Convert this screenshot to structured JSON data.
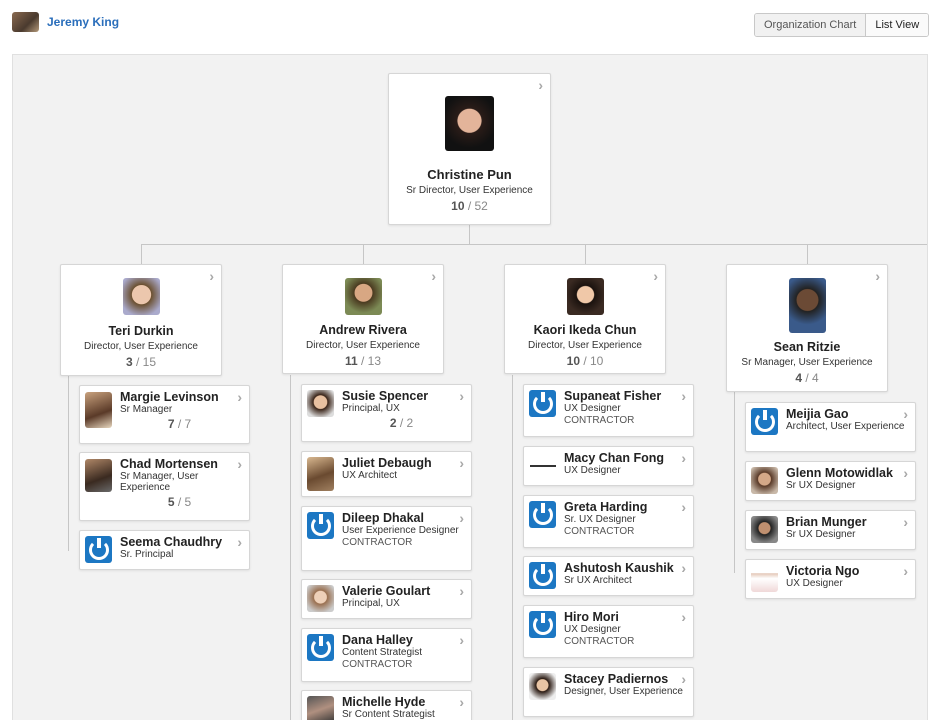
{
  "header": {
    "user_name": "Jeremy King"
  },
  "view_toggle": {
    "org_chart": "Organization Chart",
    "list_view": "List View"
  },
  "root": {
    "name": "Christine Pun",
    "title": "Sr Director, User Experience",
    "count_direct": "10",
    "count_total": "/ 52"
  },
  "columns": [
    {
      "name": "Teri Durkin",
      "title": "Director, User Experience",
      "count_direct": "3",
      "count_total": "/ 15",
      "reports": [
        {
          "name": "Margie Levinson",
          "title": "Sr Manager",
          "count_direct": "7",
          "count_total": "/ 7"
        },
        {
          "name": "Chad Mortensen",
          "title": "Sr Manager, User Experience",
          "count_direct": "5",
          "count_total": "/ 5"
        },
        {
          "name": "Seema Chaudhry",
          "title": "Sr. Principal"
        }
      ]
    },
    {
      "name": "Andrew Rivera",
      "title": "Director, User Experience",
      "count_direct": "11",
      "count_total": "/ 13",
      "reports": [
        {
          "name": "Susie Spencer",
          "title": "Principal, UX",
          "count_direct": "2",
          "count_total": "/ 2"
        },
        {
          "name": "Juliet Debaugh",
          "title": "UX Architect"
        },
        {
          "name": "Dileep Dhakal",
          "title": "User Experience Designer",
          "tag": "CONTRACTOR"
        },
        {
          "name": "Valerie Goulart",
          "title": "Principal, UX"
        },
        {
          "name": "Dana Halley",
          "title": "Content Strategist",
          "tag": "CONTRACTOR"
        },
        {
          "name": "Michelle Hyde",
          "title": "Sr Content Strategist"
        }
      ]
    },
    {
      "name": "Kaori Ikeda Chun",
      "title": "Director, User Experience",
      "count_direct": "10",
      "count_total": "/ 10",
      "reports": [
        {
          "name": "Supaneat Fisher",
          "title": "UX Designer",
          "tag": "CONTRACTOR"
        },
        {
          "name": "Macy Chan Fong",
          "title": "UX Designer"
        },
        {
          "name": "Greta Harding",
          "title": "Sr. UX Designer",
          "tag": "CONTRACTOR"
        },
        {
          "name": "Ashutosh Kaushik",
          "title": "Sr UX Architect"
        },
        {
          "name": "Hiro Mori",
          "title": "UX Designer",
          "tag": "CONTRACTOR"
        },
        {
          "name": "Stacey Padiernos",
          "title": "Designer, User Experience"
        }
      ]
    },
    {
      "name": "Sean Ritzie",
      "title": "Sr Manager, User Experience",
      "count_direct": "4",
      "count_total": "/ 4",
      "reports": [
        {
          "name": "Meijia Gao",
          "title": "Architect, User Experience"
        },
        {
          "name": "Glenn Motowidlak",
          "title": "Sr UX Designer"
        },
        {
          "name": "Brian Munger",
          "title": "Sr UX Designer"
        },
        {
          "name": "Victoria Ngo",
          "title": "UX Designer"
        }
      ]
    }
  ],
  "colors": {
    "link": "#2a6ebb",
    "placeholder_avatar": "#1c77c3"
  }
}
